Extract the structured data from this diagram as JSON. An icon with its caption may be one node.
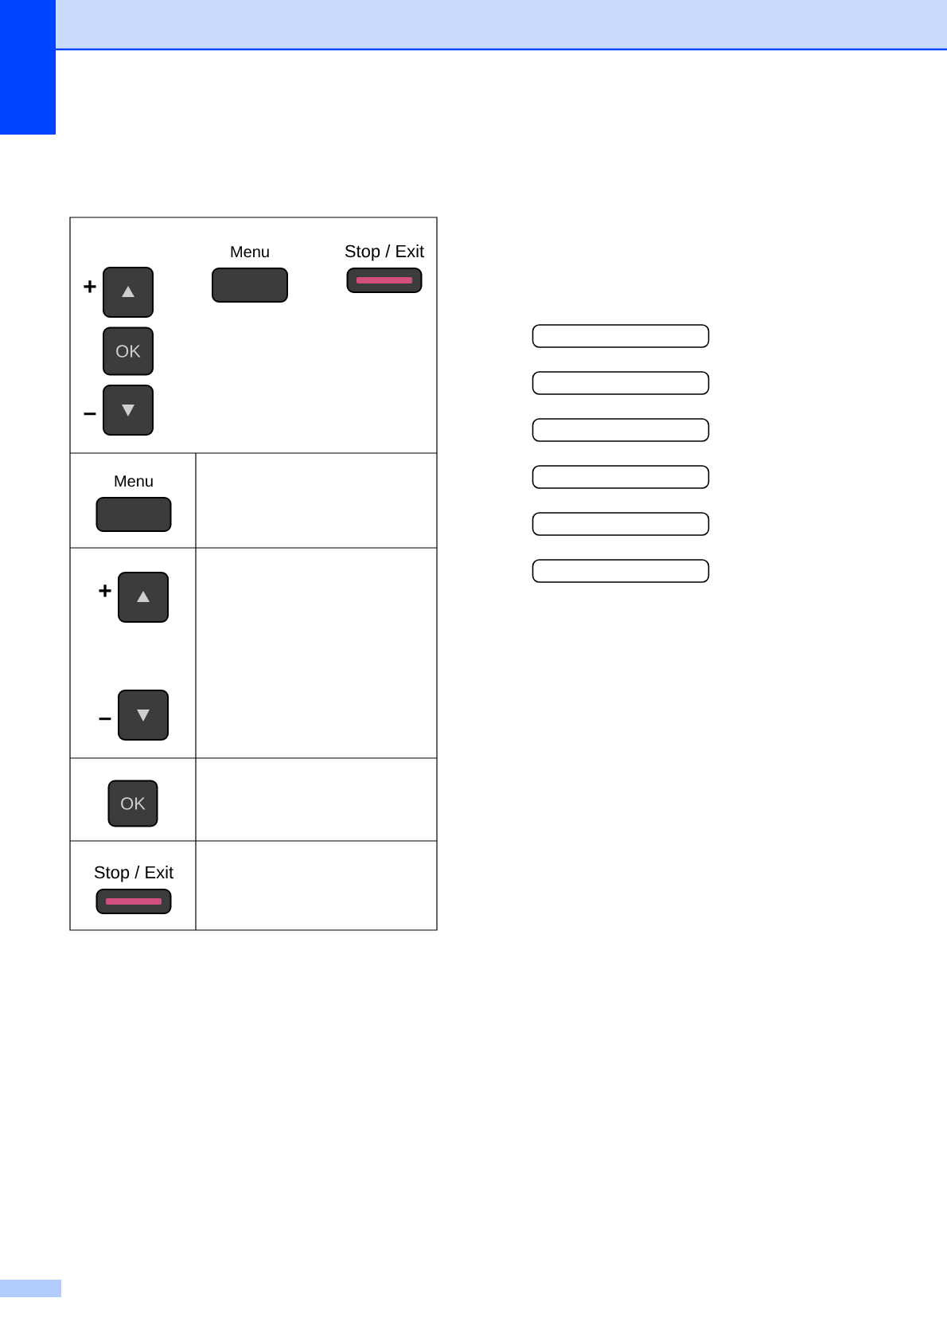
{
  "diagram": {
    "nodes": [
      {
        "text": [],
        "shape": "box",
        "beside": [
          "+"
        ]
      },
      {
        "text": [
          "Menu"
        ]
      },
      {
        "text": [
          "Stop / Exit"
        ]
      },
      {
        "text": [
          "OK"
        ]
      },
      {
        "text": [],
        "shape": "box",
        "beside": [
          "–"
        ]
      },
      {
        "text": [
          "Menu"
        ]
      },
      {
        "text": [],
        "shape": "box",
        "beside": [
          "+"
        ]
      },
      {
        "text": [],
        "shape": "box",
        "beside": [
          "–"
        ]
      },
      {
        "text": [
          "OK"
        ]
      },
      {
        "text": [
          "Stop / Exit"
        ]
      },
      {
        "text": [],
        "shape": "box"
      },
      {
        "text": [],
        "shape": "box"
      },
      {
        "text": [],
        "shape": "box"
      },
      {
        "text": [],
        "shape": "box"
      },
      {
        "text": [],
        "shape": "box"
      },
      {
        "text": [],
        "shape": "box"
      }
    ]
  }
}
